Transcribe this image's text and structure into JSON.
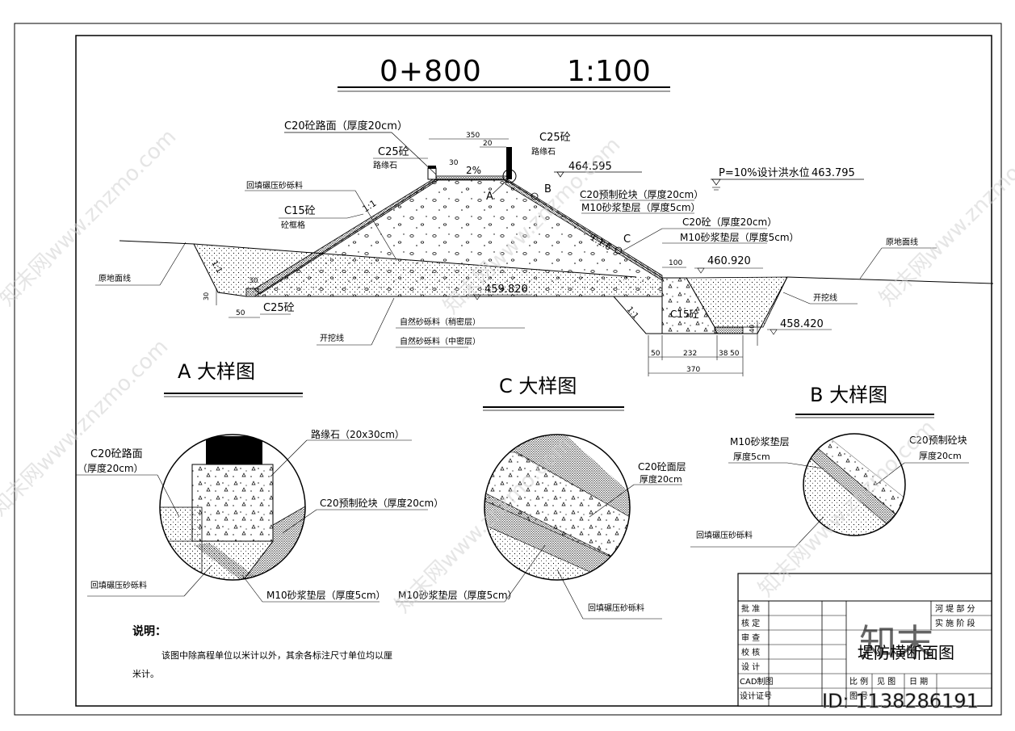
{
  "title": {
    "station": "0+800",
    "scale": "1:100"
  },
  "section": {
    "road_surface": "C20砼路面（厚度20cm）",
    "curb_left": "C25砼",
    "curb_left_name": "路缘石",
    "curb_right": "C25砼",
    "curb_right_name": "路缘石",
    "dim_350": "350",
    "dim_20": "20",
    "dim_30_top": "30",
    "slope_pct": "2%",
    "crest_elev": "464.595",
    "flood_label": "P=10%设计洪水位",
    "flood_elev": "463.795",
    "backfill": "回填碾压砂砾料",
    "grid_material": "C15砼",
    "grid_name": "砼框格",
    "left_slope_ratio": "1:1",
    "right_slope_ratio": "1:1.6",
    "point_a": "A",
    "point_b": "B",
    "point_c": "C",
    "precast_block": "C20预制砼块（厚度20cm）",
    "mortar": "M10砂浆垫层（厚度5cm）",
    "c20_top": "C20砼（厚度20cm）",
    "mortar2": "M10砂浆垫层（厚度5cm）",
    "original_ground_left": "原地面线",
    "original_ground_right": "原地面线",
    "ratio_11_left": "1:1",
    "ratio_11_right": "1:1",
    "dim_30_toe": "30",
    "dim_30_side": "30",
    "dim_50_toe": "50",
    "toe_material": "C25砼",
    "base_elev": "459.820",
    "natural_gravel_1": "自然砂砾料（稍密层）",
    "natural_gravel_2": "自然砂砾料（中密层）",
    "excavation_left": "开挖线",
    "excavation_right": "开挖线",
    "dim_100": "100",
    "toe_top_elev": "460.920",
    "toe_wall": "C15砼",
    "toe_bottom_elev": "458.420",
    "dim_40": "40",
    "dim_50": "50",
    "dim_232": "232",
    "dim_38": "38",
    "dim_50b": "50",
    "dim_370": "370"
  },
  "detail_a": {
    "title": "A 大样图",
    "curb": "路缘石（20x30cm）",
    "pavement": "C20砼路面",
    "pavement_thk": "（厚度20cm）",
    "block": "C20预制砼块（厚度20cm）",
    "backfill": "回填碾压砂砾料",
    "mortar": "M10砂浆垫层（厚度5cm）"
  },
  "detail_c": {
    "title": "C 大样图",
    "c20": "C20砼面层",
    "c20_thk": "厚度20cm",
    "mortar": "M10砂浆垫层（厚度5cm）",
    "backfill": "回填碾压砂砾料"
  },
  "detail_b": {
    "title": "B 大样图",
    "mortar": "M10砂浆垫层",
    "mortar_thk": "厚度5cm",
    "block": "C20预制砼块",
    "block_thk": "厚度20cm",
    "backfill": "回填碾压砂砾料"
  },
  "notes": {
    "heading": "说明：",
    "line1": "该图中除高程单位以米计以外，其余各标注尺寸单位均以厘",
    "line2": "米计。"
  },
  "title_block": {
    "rows": [
      "批 准",
      "核 定",
      "审 查",
      "校 核",
      "设 计",
      "CAD制图",
      "设计证号"
    ],
    "dept": "河 堤 部 分",
    "stage": "实 施 阶 段",
    "drawing_name": "堤防横断面图",
    "scale_label": "比 例",
    "scale_value": "见 图",
    "date_label": "日 期",
    "drawing_no_label": "图 号"
  },
  "watermark": {
    "text": "知末网www.znzmo.com",
    "logo": "知末",
    "id": "ID: 1138286191"
  }
}
